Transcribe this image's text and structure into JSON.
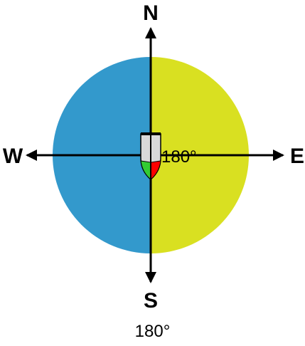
{
  "compass": {
    "labels": {
      "north": "N",
      "south": "S",
      "east": "E",
      "west": "W"
    },
    "heading_label": "180°",
    "colors": {
      "west_half": "#3399cc",
      "east_half": "#d9e021",
      "axes": "#000000",
      "boat_hull": "#d9d9d9",
      "boat_bow_mark": "#000000",
      "port_light": "#ff0000",
      "starboard_light": "#33cc33"
    },
    "icons": {
      "boat": "boat-icon",
      "arrows": "arrow-icon"
    }
  },
  "footer": {
    "heading_text": "180°"
  }
}
